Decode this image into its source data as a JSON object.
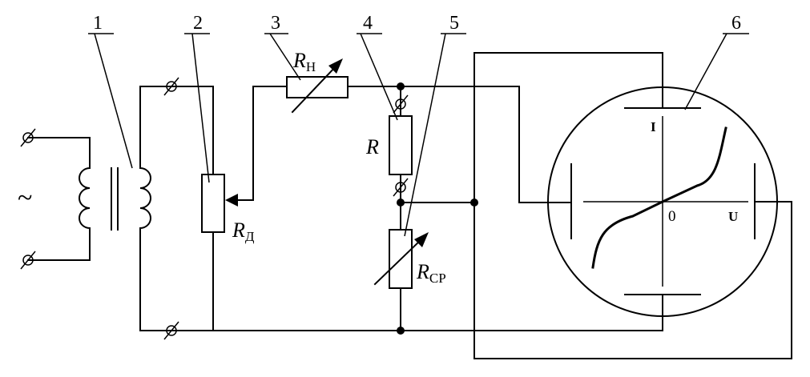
{
  "callouts": [
    "1",
    "2",
    "3",
    "4",
    "5",
    "6"
  ],
  "ac_symbol": "~",
  "components": {
    "rd": {
      "main": "R",
      "sub": "Д"
    },
    "rn": {
      "main": "R",
      "sub": "Н"
    },
    "r": {
      "main": "R"
    },
    "rsr": {
      "main": "R",
      "sub": "СР"
    }
  },
  "oscilloscope": {
    "label_i": "I",
    "label_u": "U",
    "label_origin": "0"
  }
}
